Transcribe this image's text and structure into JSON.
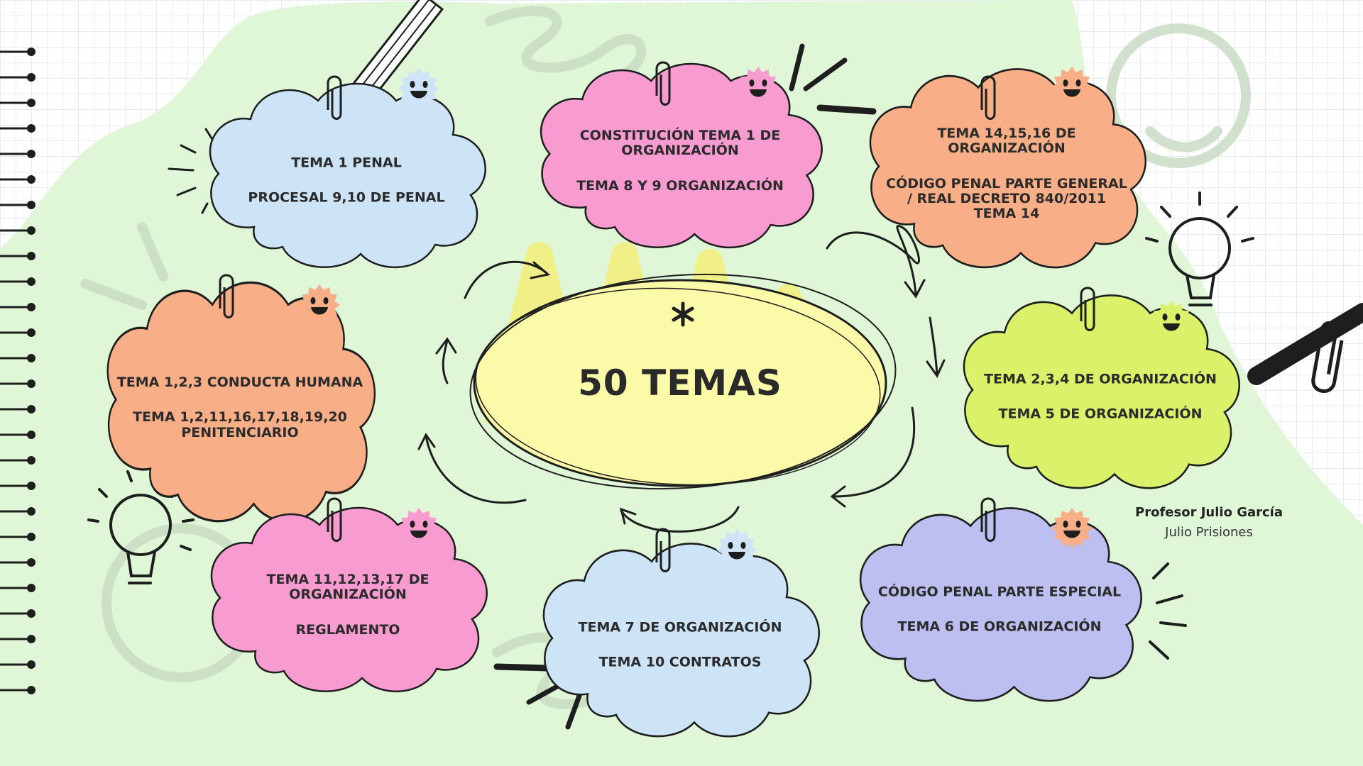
{
  "center": {
    "title": "50 TEMAS"
  },
  "clouds": [
    {
      "id": "cloud-tema-1-penal",
      "color": "#cde4f7",
      "star": "#cfe4f8",
      "lines": [
        "TEMA 1 PENAL",
        "",
        "PROCESAL 9,10 DE PENAL"
      ]
    },
    {
      "id": "cloud-constitucion",
      "color": "#f79bd0",
      "star": "#f79bd0",
      "lines": [
        "CONSTITUCIÓN TEMA 1 DE",
        "ORGANIZACIÓN",
        "",
        "TEMA 8 Y 9 ORGANIZACIÓN"
      ]
    },
    {
      "id": "cloud-tema-14-15-16",
      "color": "#f8ae86",
      "star": "#f8ae86",
      "lines": [
        "TEMA 14,15,16 DE",
        "ORGANIZACIÓN",
        "",
        "CÓDIGO PENAL PARTE GENERAL",
        "/ REAL DECRETO 840/2011",
        "TEMA 14"
      ]
    },
    {
      "id": "cloud-conducta-humana",
      "color": "#f8ae86",
      "star": "#f8ae86",
      "lines": [
        "TEMA 1,2,3 CONDUCTA HUMANA",
        "",
        "TEMA 1,2,11,16,17,18,19,20",
        "PENITENCIARIO"
      ]
    },
    {
      "id": "cloud-tema-2-3-4",
      "color": "#d9f26a",
      "star": "#d9f26a",
      "lines": [
        "TEMA 2,3,4 DE ORGANIZACIÓN",
        "",
        "TEMA 5 DE ORGANIZACIÓN"
      ]
    },
    {
      "id": "cloud-reglamento",
      "color": "#f79bd0",
      "star": "#f79bd0",
      "lines": [
        "TEMA 11,12,13,17 DE",
        "ORGANIZACIÓN",
        "",
        "REGLAMENTO"
      ]
    },
    {
      "id": "cloud-tema-7-10",
      "color": "#cde4f7",
      "star": "#cfe4f8",
      "lines": [
        "TEMA 7 DE ORGANIZACIÓN",
        "",
        "TEMA 10 CONTRATOS"
      ]
    },
    {
      "id": "cloud-codigo-penal-especial",
      "color": "#bcbff0",
      "star": "#f8ae86",
      "lines": [
        "CÓDIGO PENAL PARTE ESPECIAL",
        "",
        "TEMA 6 DE ORGANIZACIÓN"
      ]
    }
  ],
  "author": {
    "name": "Profesor  Julio García",
    "org": "Julio Prisiones"
  },
  "colors": {
    "background_green": "#dff7d6",
    "ellipse_fill": "#fbfaa8",
    "ink": "#1e1e1e"
  }
}
